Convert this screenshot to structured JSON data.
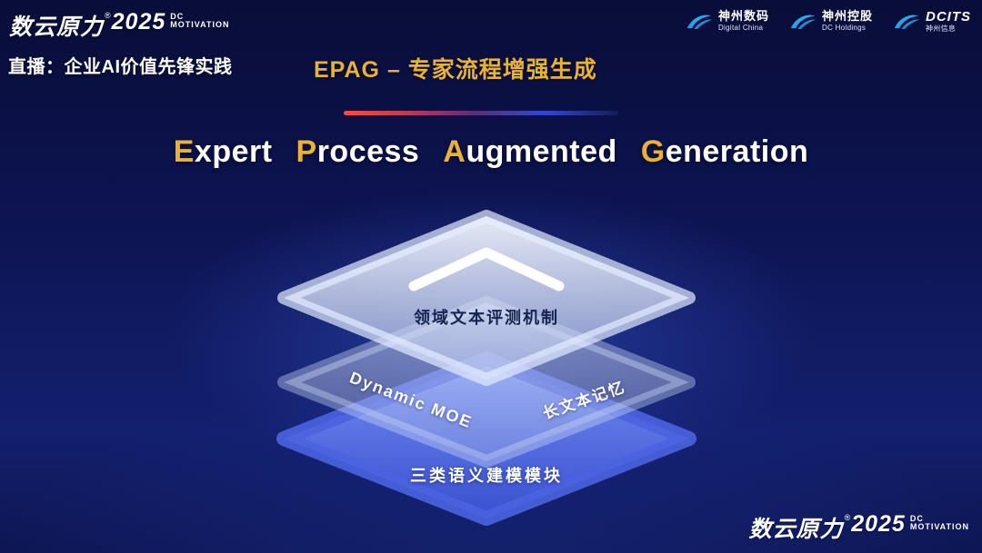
{
  "colors": {
    "accent_gold": "#e8b23a",
    "background_navy": "#0d1452",
    "layer_blue": "#3c55d8",
    "divider_red": "#ff4a42",
    "divider_blue": "#2f49cc"
  },
  "header": {
    "brand": {
      "name": "数云原力",
      "reg": "®",
      "year": "2025",
      "tag_line1": "DC",
      "tag_line2": "MOTIVATION"
    },
    "live_title": "直播：企业AI价值先锋实践",
    "slide_title": "EPAG – 专家流程增强生成",
    "partner_logos": [
      {
        "name": "神州数码",
        "subtitle": "Digital China"
      },
      {
        "name": "神州控股",
        "subtitle": "DC Holdings"
      },
      {
        "name": "DCITS",
        "subtitle": "神州信息"
      }
    ]
  },
  "main": {
    "title_words": [
      {
        "head": "E",
        "tail": "xpert"
      },
      {
        "head": "P",
        "tail": "rocess"
      },
      {
        "head": "A",
        "tail": "ugmented"
      },
      {
        "head": "G",
        "tail": "eneration"
      }
    ],
    "stack": {
      "top_layer_label": "领域文本评测机制",
      "middle_layer_left_label": "Dynamic MOE",
      "middle_layer_right_label": "长文本记忆",
      "bottom_layer_label": "三类语义建模模块"
    }
  },
  "footer": {
    "brand": {
      "name": "数云原力",
      "reg": "®",
      "year": "2025",
      "tag_line1": "DC",
      "tag_line2": "MOTIVATION"
    }
  }
}
